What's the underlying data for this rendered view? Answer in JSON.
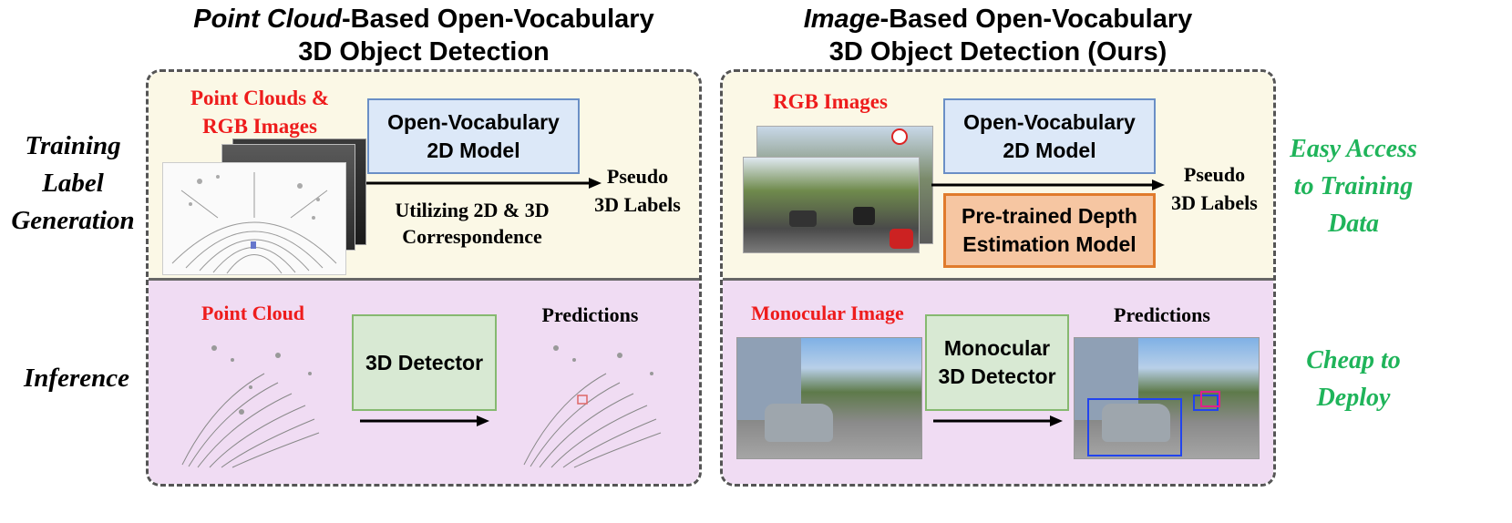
{
  "left": {
    "title_italic": "Point Cloud",
    "title_line1_rest": "-Based Open-Vocabulary",
    "title_line2": "3D Object Detection",
    "train": {
      "input_label_line1": "Point Clouds &",
      "input_label_line2": "RGB Images",
      "model_box_line1": "Open-Vocabulary",
      "model_box_line2": "2D Model",
      "arrow_label_line1": "Utilizing 2D & 3D",
      "arrow_label_line2": "Correspondence",
      "output_line1": "Pseudo",
      "output_line2": "3D Labels"
    },
    "infer": {
      "input_label": "Point Cloud",
      "detector": "3D Detector",
      "output_label": "Predictions"
    }
  },
  "right": {
    "title_italic": "Image",
    "title_line1_rest": "-Based Open-Vocabulary",
    "title_line2": "3D Object Detection (Ours)",
    "train": {
      "input_label": "RGB Images",
      "model_box_line1": "Open-Vocabulary",
      "model_box_line2": "2D Model",
      "depth_box_line1": "Pre-trained Depth",
      "depth_box_line2": "Estimation Model",
      "output_line1": "Pseudo",
      "output_line2": "3D Labels"
    },
    "infer": {
      "input_label": "Monocular Image",
      "detector_line1": "Monocular",
      "detector_line2": "3D Detector",
      "output_label": "Predictions"
    }
  },
  "row_labels": {
    "training_line1": "Training",
    "training_line2": "Label",
    "training_line3": "Generation",
    "inference": "Inference"
  },
  "benefits": {
    "training_line1": "Easy Access",
    "training_line2": "to Training",
    "training_line3": "Data",
    "inference_line1": "Cheap to",
    "inference_line2": "Deploy"
  },
  "colors": {
    "accent_red": "#ee1c1c",
    "benefit_green": "#1fb45a",
    "training_bg": "#fbf8e6",
    "inference_bg": "#f0dcf3",
    "model_box": "#dce8f8",
    "detector_box": "#d8e9d3",
    "depth_box": "#f6c6a2"
  }
}
